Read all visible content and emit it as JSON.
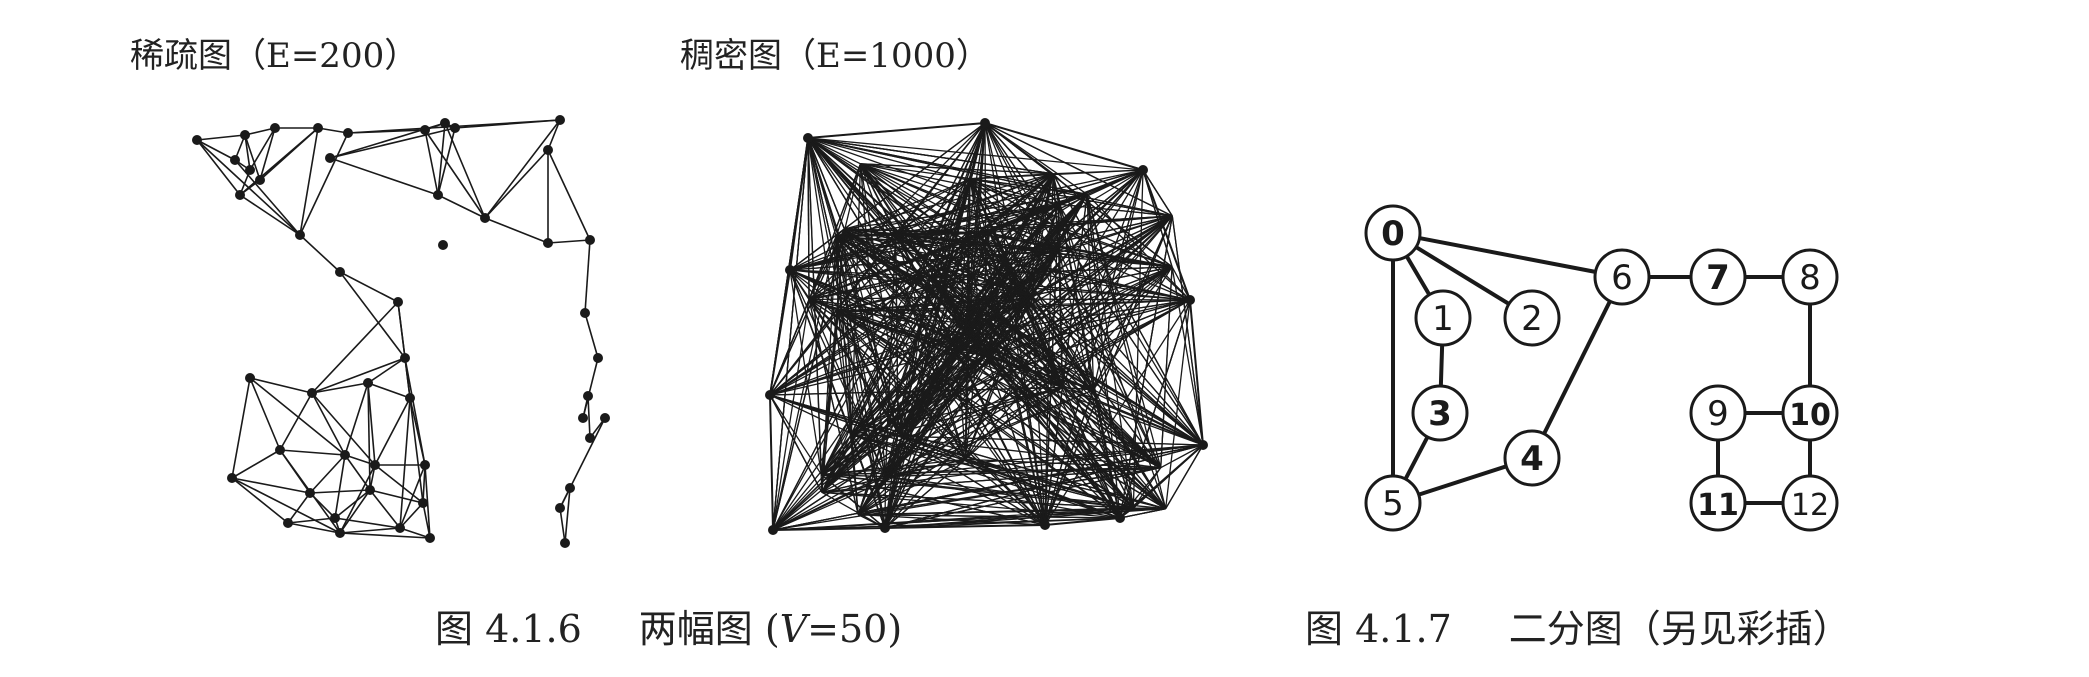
{
  "left_figure": {
    "sparse_title": "稀疏图（E=200）",
    "dense_title": "稠密图（E=1000）",
    "caption_prefix": "图 4.1.6",
    "caption_text": "两幅图 (",
    "caption_var": "V",
    "caption_suffix": "=50)"
  },
  "right_figure": {
    "caption_prefix": "图 4.1.7",
    "caption_text": "二分图（另见彩插）",
    "bipartite": {
      "nodes": [
        {
          "id": "0",
          "bold": true
        },
        {
          "id": "1",
          "bold": false
        },
        {
          "id": "2",
          "bold": false
        },
        {
          "id": "3",
          "bold": true
        },
        {
          "id": "4",
          "bold": true
        },
        {
          "id": "5",
          "bold": false
        },
        {
          "id": "6",
          "bold": false
        },
        {
          "id": "7",
          "bold": true
        },
        {
          "id": "8",
          "bold": false
        },
        {
          "id": "9",
          "bold": false
        },
        {
          "id": "10",
          "bold": true
        },
        {
          "id": "11",
          "bold": true
        },
        {
          "id": "12",
          "bold": false
        }
      ],
      "edges": [
        [
          "0",
          "1"
        ],
        [
          "0",
          "2"
        ],
        [
          "0",
          "5"
        ],
        [
          "0",
          "6"
        ],
        [
          "1",
          "3"
        ],
        [
          "3",
          "5"
        ],
        [
          "5",
          "4"
        ],
        [
          "4",
          "6"
        ],
        [
          "6",
          "7"
        ],
        [
          "7",
          "8"
        ],
        [
          "8",
          "10"
        ],
        [
          "9",
          "10"
        ],
        [
          "9",
          "11"
        ],
        [
          "10",
          "12"
        ],
        [
          "11",
          "12"
        ]
      ]
    }
  },
  "colors": {
    "ink": "#1a1a1a",
    "node_fill": "#ffffff"
  }
}
